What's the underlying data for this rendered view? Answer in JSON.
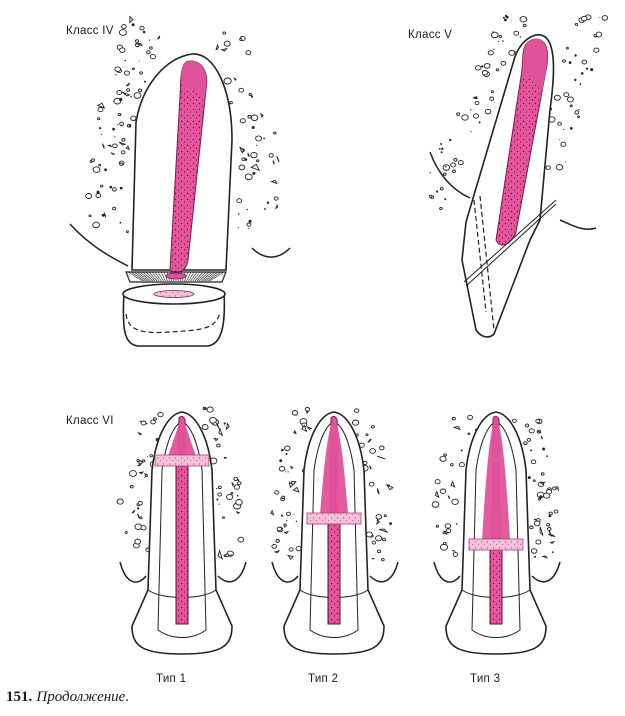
{
  "panels": {
    "class4": {
      "label": "Класс IV"
    },
    "class5": {
      "label": "Класс V"
    },
    "class6": {
      "label": "Класс VI",
      "types": [
        {
          "label": "Тип 1"
        },
        {
          "label": "Тип 2"
        },
        {
          "label": "Тип 3"
        }
      ]
    }
  },
  "caption": {
    "number": "151.",
    "text": "Продолжение."
  },
  "colors": {
    "pulp": "#e0529a",
    "pulp_light": "#f2b8d6",
    "ink": "#222222"
  }
}
